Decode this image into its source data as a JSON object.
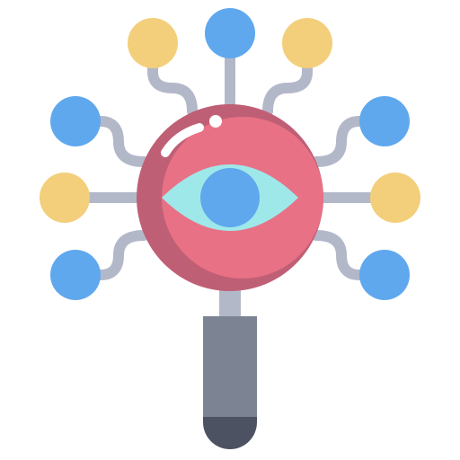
{
  "icon": {
    "name": "magnifier-eye-network-icon",
    "colors": {
      "blue": "#5fa8ee",
      "yellow": "#f3cf7b",
      "connector": "#b3b8c9",
      "lens": "#e97185",
      "lens_shadow": "#bf5f76",
      "eye_white": "#9fe8ea",
      "pupil": "#5fa8ee",
      "highlight": "#ffffff",
      "neck": "#b3b8c9",
      "handle": "#7c8493",
      "handle_cap": "#4d5263"
    },
    "nodes": [
      {
        "name": "node-top-center",
        "color": "blue"
      },
      {
        "name": "node-top-left",
        "color": "yellow"
      },
      {
        "name": "node-top-right",
        "color": "yellow"
      },
      {
        "name": "node-upper-left",
        "color": "blue"
      },
      {
        "name": "node-upper-right",
        "color": "blue"
      },
      {
        "name": "node-middle-left",
        "color": "yellow"
      },
      {
        "name": "node-middle-right",
        "color": "yellow"
      },
      {
        "name": "node-lower-left",
        "color": "blue"
      },
      {
        "name": "node-lower-right",
        "color": "blue"
      }
    ]
  }
}
